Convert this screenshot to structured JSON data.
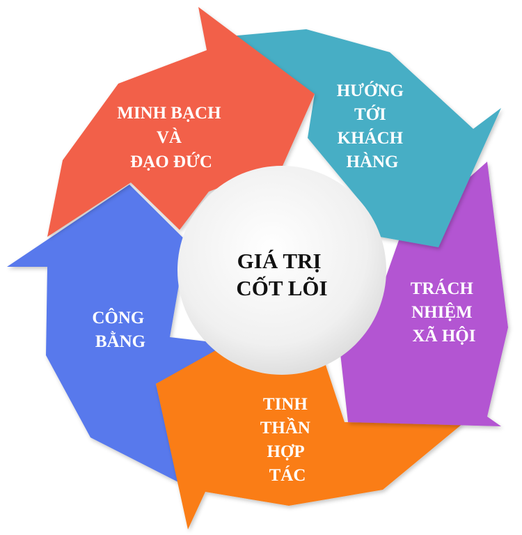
{
  "center": {
    "lines": [
      "GIÁ TRỊ",
      "CỐT LÕI"
    ]
  },
  "segments": [
    {
      "id": "transparency",
      "lines": [
        "MINH BẠCH",
        "VÀ",
        "ĐẠO ĐỨC"
      ],
      "color": "#f2614a"
    },
    {
      "id": "customer",
      "lines": [
        "HƯỚNG",
        "TỚI",
        "KHÁCH",
        "HÀNG"
      ],
      "color": "#46aec5"
    },
    {
      "id": "social",
      "lines": [
        "TRÁCH",
        "NHIỆM",
        "XÃ HỘI"
      ],
      "color": "#b354d2"
    },
    {
      "id": "cooperation",
      "lines": [
        "TINH",
        "THẦN",
        "HỢP",
        "TÁC"
      ],
      "color": "#fa7d12"
    },
    {
      "id": "fairness",
      "lines": [
        "CÔNG",
        "BẰNG"
      ],
      "color": "#5879ec"
    }
  ]
}
